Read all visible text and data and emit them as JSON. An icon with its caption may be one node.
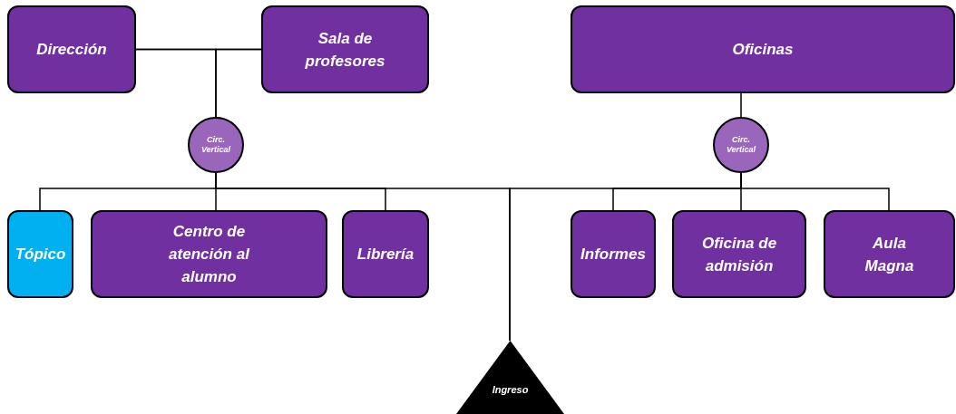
{
  "diagram": {
    "nodes": [
      {
        "text": [
          "Dirección"
        ]
      },
      {
        "text": [
          "Sala de profesores"
        ]
      },
      {
        "text": [
          "Oficinas"
        ]
      },
      {
        "text": [
          "Circ. Vertical"
        ]
      },
      {
        "text": [
          "Circ. Vertical"
        ]
      },
      {
        "text": [
          "Tópico"
        ]
      },
      {
        "text": [
          "Centro de atención al alumno"
        ]
      },
      {
        "text": [
          "Librería"
        ]
      },
      {
        "text": [
          "Informes"
        ]
      },
      {
        "text": [
          "Oficina de admisión"
        ]
      },
      {
        "text": [
          "Aula Magna"
        ]
      },
      {
        "text": [
          "Ingreso"
        ]
      }
    ],
    "edges": [
      {
        "from": 0,
        "to": 1,
        "arrow": "none"
      },
      {
        "from": 3,
        "to": 0,
        "arrow": "none"
      },
      {
        "from": 3,
        "to": 1,
        "arrow": "none"
      },
      {
        "from": 4,
        "to": 2,
        "arrow": "none"
      },
      {
        "from": 3,
        "to": 5,
        "arrow": "none"
      },
      {
        "from": 3,
        "to": 6,
        "arrow": "none"
      },
      {
        "from": 3,
        "to": 7,
        "arrow": "none"
      },
      {
        "from": 4,
        "to": 8,
        "arrow": "none"
      },
      {
        "from": 4,
        "to": 9,
        "arrow": "none"
      },
      {
        "from": 4,
        "to": 10,
        "arrow": "none"
      },
      {
        "from": 11,
        "to": 3,
        "arrow": "none"
      },
      {
        "from": 11,
        "to": 4,
        "arrow": "none"
      }
    ]
  }
}
